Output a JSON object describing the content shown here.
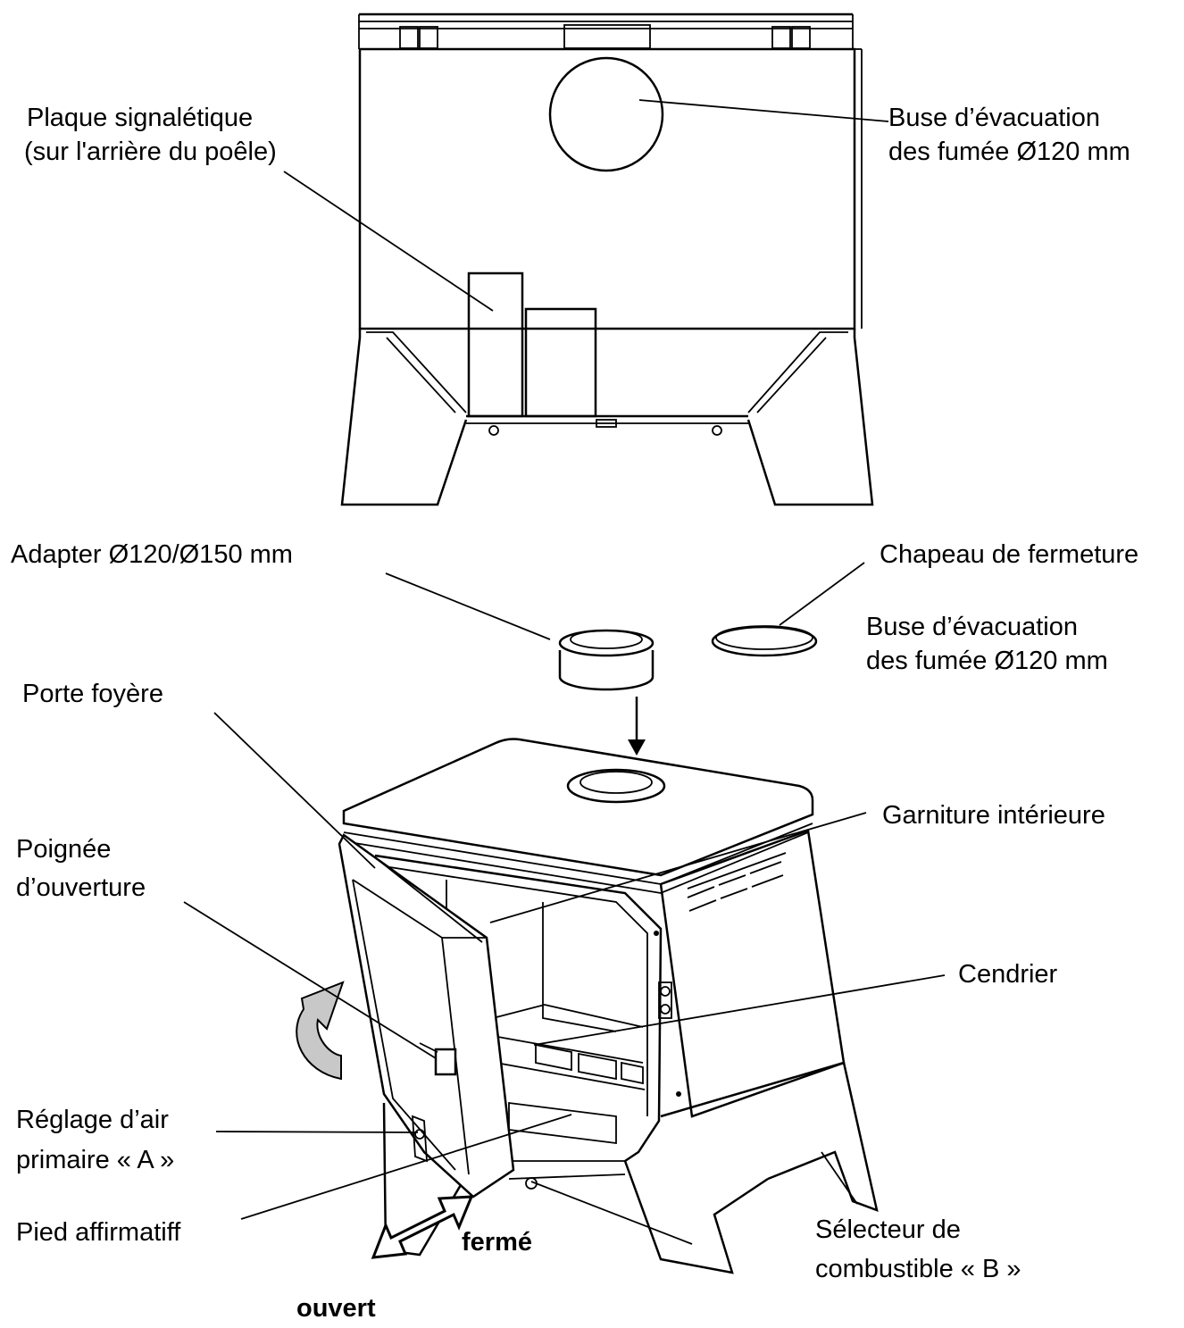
{
  "labels": {
    "plaque_line1": "Plaque signalétique",
    "plaque_line2": "(sur l'arrière du poêle)",
    "buse_top_line1": "Buse d’évacuation",
    "buse_top_line2": "des fumée Ø120 mm",
    "adapter": "Adapter Ø120/Ø150 mm",
    "chapeau": "Chapeau de fermeture",
    "buse_mid_line1": "Buse d’évacuation",
    "buse_mid_line2": "des fumée Ø120 mm",
    "porte": "Porte foyère",
    "poignee_line1": "Poignée",
    "poignee_line2": "d’ouverture",
    "garniture": "Garniture intérieure",
    "cendrier": "Cendrier",
    "reglage_line1": "Réglage d’air",
    "reglage_line2": "primaire « A »",
    "pied": "Pied affirmatiff",
    "ferme": "fermé",
    "ouvert": "ouvert",
    "selecteur_line1": "Sélecteur de",
    "selecteur_line2": "combustible « B »"
  },
  "colors": {
    "line": "#000000",
    "background": "#ffffff",
    "arrow_fill": "#c8c8c8"
  }
}
